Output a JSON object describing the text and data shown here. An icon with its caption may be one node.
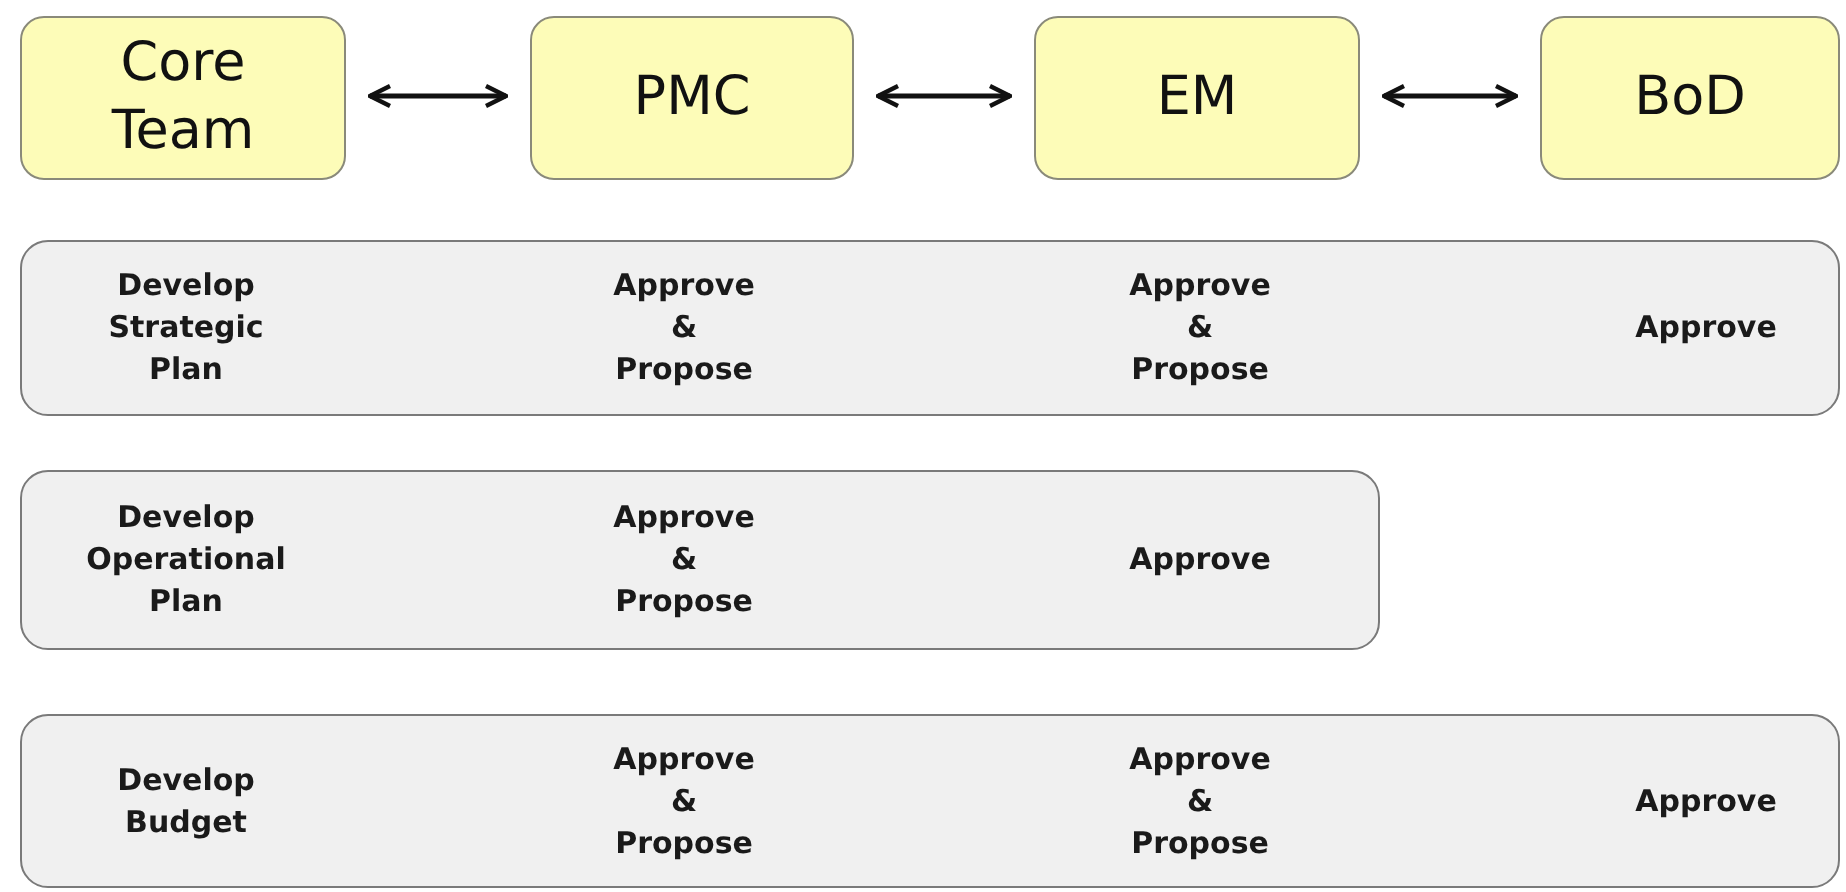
{
  "diagram": {
    "nodes": [
      {
        "text": [
          "Core Team"
        ]
      },
      {
        "text": [
          "PMC"
        ]
      },
      {
        "text": [
          "EM"
        ]
      },
      {
        "text": [
          "BoD"
        ]
      },
      {
        "text": [
          "Develop Strategic Plan",
          "Approve & Propose",
          "Approve & Propose",
          "Approve"
        ]
      },
      {
        "text": [
          "Develop Operational Plan",
          "Approve & Propose",
          "Approve"
        ]
      },
      {
        "text": [
          "Develop Budget",
          "Approve & Propose",
          "Approve & Propose",
          "Approve"
        ]
      }
    ],
    "edges": [
      {
        "from": 0,
        "to": 1,
        "arrow": "both"
      },
      {
        "from": 1,
        "to": 2,
        "arrow": "both"
      },
      {
        "from": 2,
        "to": 3,
        "arrow": "both"
      }
    ]
  }
}
